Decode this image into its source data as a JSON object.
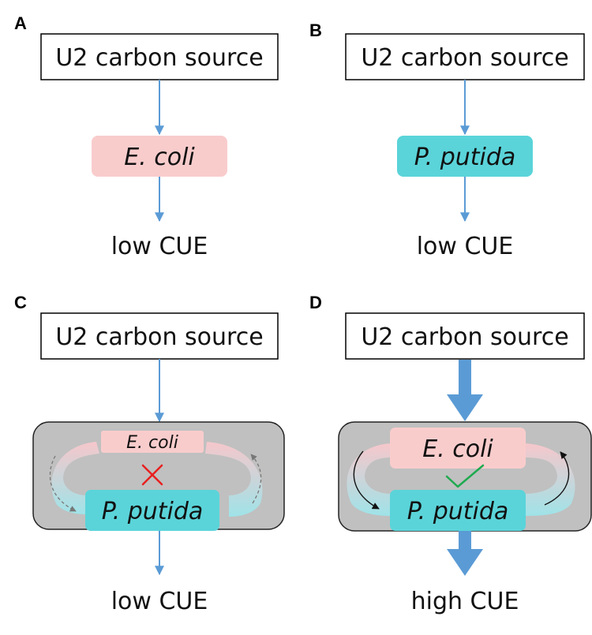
{
  "panels": [
    {
      "letter": "A",
      "source": "U2 carbon source",
      "organisms": [
        "E. coli"
      ],
      "outcome": "low CUE"
    },
    {
      "letter": "B",
      "source": "U2 carbon source",
      "organisms": [
        "P. putida"
      ],
      "outcome": "low CUE"
    },
    {
      "letter": "C",
      "source": "U2 carbon source",
      "organisms": [
        "E. coli",
        "P. putida"
      ],
      "interaction_mark": "cross",
      "outcome": "low CUE"
    },
    {
      "letter": "D",
      "source": "U2 carbon source",
      "organisms": [
        "E. coli",
        "P. putida"
      ],
      "interaction_mark": "check",
      "outcome": "high CUE"
    }
  ],
  "colors": {
    "ecoli_fill": "#f9cccc",
    "putida_fill": "#5ad4d9",
    "community_fill": "#c0c0c0",
    "arrow": "#5b9bd5",
    "cross": "#e8201f",
    "check": "#1faa50"
  }
}
